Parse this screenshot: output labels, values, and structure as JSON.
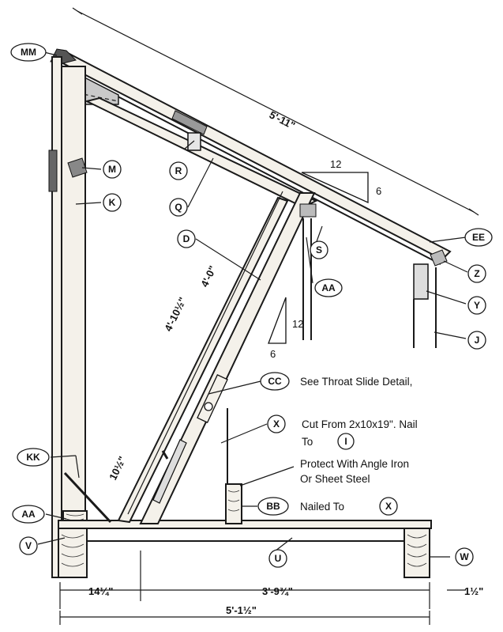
{
  "callouts": [
    {
      "id": "MM"
    },
    {
      "id": "M"
    },
    {
      "id": "K"
    },
    {
      "id": "R"
    },
    {
      "id": "Q"
    },
    {
      "id": "D"
    },
    {
      "id": "S"
    },
    {
      "id": "AA"
    },
    {
      "id": "EE"
    },
    {
      "id": "Z"
    },
    {
      "id": "Y"
    },
    {
      "id": "J"
    },
    {
      "id": "CC"
    },
    {
      "id": "X"
    },
    {
      "id": "I"
    },
    {
      "id": "KK"
    },
    {
      "id": "AA"
    },
    {
      "id": "BB"
    },
    {
      "id": "X"
    },
    {
      "id": "V"
    },
    {
      "id": "U"
    },
    {
      "id": "W"
    }
  ],
  "notes": {
    "throat": "See Throat Slide Detail,",
    "cut_line1": "Cut From 2x10x19\". Nail",
    "cut_line2": "To",
    "protect_line1": "Protect With Angle Iron",
    "protect_line2": "Or Sheet Steel",
    "nailed": "Nailed To"
  },
  "dimensions": {
    "rafter_length": "5'-11\"",
    "slope_long": "4'-10½\"",
    "slope_inner": "4'-0\"",
    "slope_small": "10½\"",
    "bottom_left": "14¼\"",
    "bottom_mid": "3'-9¾\"",
    "bottom_right": "1½\"",
    "overall": "5'-1½\""
  },
  "pitch_roof": {
    "rise": "6",
    "run": "12"
  },
  "pitch_incline": {
    "rise": "12",
    "run": "6"
  }
}
